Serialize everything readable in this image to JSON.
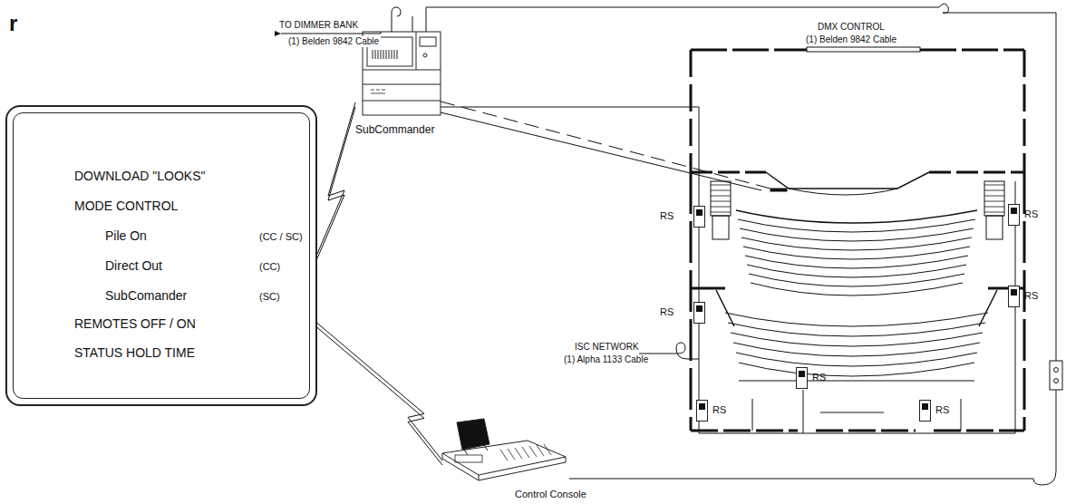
{
  "diagram": {
    "nodes": [
      {
        "text": [
          "DOWNLOAD \"LOOKS\"",
          "MODE CONTROL",
          "Pile On",
          "(CC / SC)",
          "Direct Out",
          "(CC)",
          "SubComander",
          "(SC)",
          "REMOTES OFF / ON",
          "STATUS HOLD TIME"
        ]
      },
      {
        "text": [
          "SubCommander"
        ]
      },
      {
        "text": [
          "RS"
        ]
      },
      {
        "text": [
          "RS"
        ]
      },
      {
        "text": [
          "RS"
        ]
      },
      {
        "text": [
          "RS"
        ]
      },
      {
        "text": [
          "RS"
        ]
      },
      {
        "text": [
          "RS"
        ]
      },
      {
        "text": [
          "RS"
        ]
      },
      {
        "text": [
          "Control Console"
        ]
      }
    ],
    "edges": [
      {
        "from": 0,
        "to": 1,
        "arrow": "none"
      },
      {
        "from": 0,
        "to": 9,
        "arrow": "none"
      }
    ],
    "labels": [
      "r",
      "TO DIMMER BANK",
      "(1) Belden 9842 Cable",
      "DMX CONTROL",
      "(1) Belden 9842 Cable",
      "ISC NETWORK",
      "(1) Alpha 1133 Cable"
    ]
  }
}
